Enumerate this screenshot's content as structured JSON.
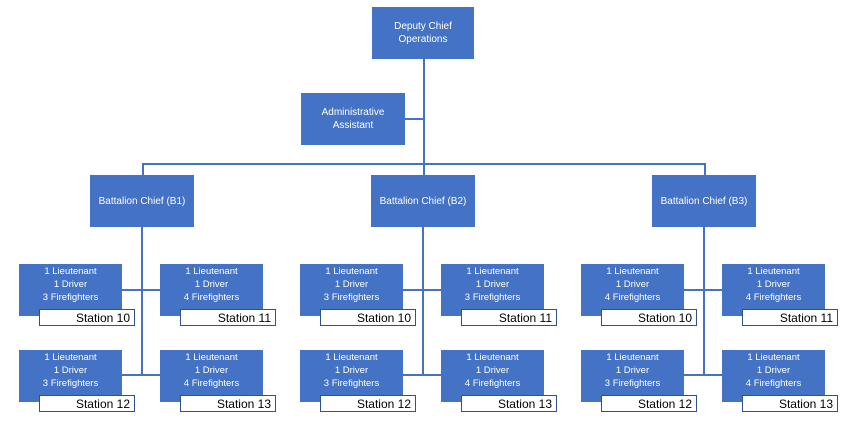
{
  "top": {
    "label": "Deputy Chief\nOperations"
  },
  "assistant": {
    "label": "Administrative\nAssistant"
  },
  "battalions": [
    {
      "label": "Battalion Chief (B1)",
      "units": [
        {
          "crew": "1 Lieutenant\n1 Driver\n3 Firefighters",
          "station": "Station 10"
        },
        {
          "crew": "1 Lieutenant\n1 Driver\n4 Firefighters",
          "station": "Station 11"
        },
        {
          "crew": "1 Lieutenant\n1 Driver\n3 Firefighters",
          "station": "Station 12"
        },
        {
          "crew": "1 Lieutenant\n1 Driver\n4 Firefighters",
          "station": "Station 13"
        }
      ]
    },
    {
      "label": "Battalion Chief (B2)",
      "units": [
        {
          "crew": "1 Lieutenant\n1 Driver\n3 Firefighters",
          "station": "Station 10"
        },
        {
          "crew": "1 Lieutenant\n1 Driver\n3 Firefighters",
          "station": "Station 11"
        },
        {
          "crew": "1 Lieutenant\n1 Driver\n3 Firefighters",
          "station": "Station 12"
        },
        {
          "crew": "1 Lieutenant\n1 Driver\n4 Firefighters",
          "station": "Station 13"
        }
      ]
    },
    {
      "label": "Battalion Chief (B3)",
      "units": [
        {
          "crew": "1 Lieutenant\n1 Driver\n4 Firefighters",
          "station": "Station 10"
        },
        {
          "crew": "1 Lieutenant\n1 Driver\n4 Firefighters",
          "station": "Station 11"
        },
        {
          "crew": "1 Lieutenant\n1 Driver\n3 Firefighters",
          "station": "Station 12"
        },
        {
          "crew": "1 Lieutenant\n1 Driver\n4 Firefighters",
          "station": "Station 13"
        }
      ]
    }
  ],
  "colors": {
    "box": "#4472c4",
    "tag_border": "#2f528f",
    "tag_fill": "#ffffff"
  }
}
